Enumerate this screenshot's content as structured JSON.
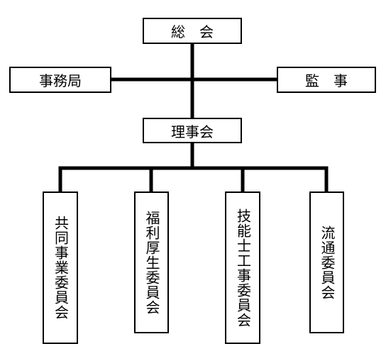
{
  "diagram": {
    "line_color": "#000000",
    "nodes": {
      "general_meeting": "総　会",
      "secretariat": "事務局",
      "auditor": "監　事",
      "board": "理事会",
      "joint_business_committee": "共同事業委員会",
      "welfare_committee": "福利厚生委員会",
      "technician_committee": "技能士工事委員会",
      "distribution_committee": "流通委員会"
    }
  }
}
